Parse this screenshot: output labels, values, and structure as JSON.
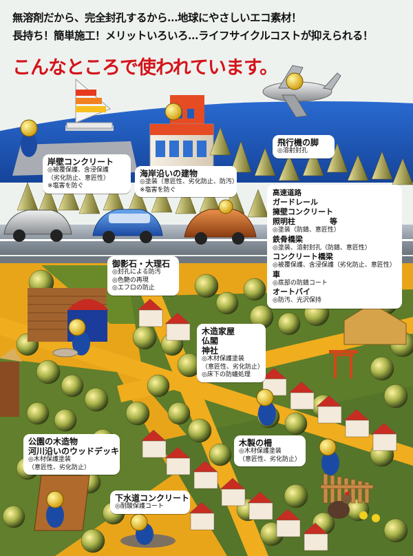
{
  "header": {
    "line1": "無溶剤だから、完全封孔するから…地球にやさしいエコ素材！",
    "line2": "長持ち！簡単施工！メリットいろいろ…ライフサイクルコストが抑えられる！",
    "subhead": "こんなところで使われています。"
  },
  "callouts": {
    "seawall": {
      "title": "岸壁コンクリート",
      "lines": [
        "◎被覆保護、含浸保護",
        "（劣化防止、意匠性）",
        "※塩害を防ぐ"
      ]
    },
    "coastal": {
      "title": "海岸沿いの建物",
      "lines": [
        "◎塗装（意匠性、劣化防止、防汚）",
        "※塩害を防ぐ"
      ]
    },
    "airplane": {
      "title": "飛行機の脚",
      "lines": [
        "◎溶射封孔"
      ]
    },
    "highway": {
      "heading": "高速道路",
      "guardrail": "ガードレール",
      "retaining": "擁壁コンクリート",
      "lightpole": "照明柱",
      "etc": "等",
      "line1": "◎塗装（防錆、意匠性）",
      "steel_bridge": "鉄骨橋梁",
      "line2": "◎塗装、溶射封孔（防錆、意匠性）",
      "concrete_bridge": "コンクリート橋梁",
      "line3": "◎被覆保護、含浸保護（劣化防止、意匠性）",
      "car": "車",
      "line4": "◎底部の防錆コート",
      "motorcycle": "オートバイ",
      "line5": "◎防汚、光沢保持"
    },
    "granite": {
      "title": "御影石・大理石",
      "lines": [
        "◎封孔による防汚",
        "◎色艶の再現",
        "◎エフロの防止"
      ]
    },
    "wooden_house": {
      "title1": "木造家屋",
      "title2": "仏閣",
      "title3": "神社",
      "lines": [
        "◎木材保護塗装",
        "（意匠性、劣化防止）",
        "◎床下の防蟻処理"
      ]
    },
    "park": {
      "title1": "公園の木造物",
      "title2": "河川沿いのウッドデッキ",
      "lines": [
        "◎木材保護塗装",
        "（意匠性、劣化防止）"
      ]
    },
    "fence": {
      "title": "木製の柵",
      "lines": [
        "◎木材保護塗装",
        "（意匠性、劣化防止）"
      ]
    },
    "sewer": {
      "title": "下水道コンクリート",
      "lines": [
        "◎耐酸保護コート"
      ]
    }
  },
  "colors": {
    "sky": "#eef2ef",
    "sea": "#1f64c8",
    "ground": "#e9a51a",
    "road": "#8f9aa5",
    "grass": "#56752a",
    "headline_red": "#d3141b"
  }
}
